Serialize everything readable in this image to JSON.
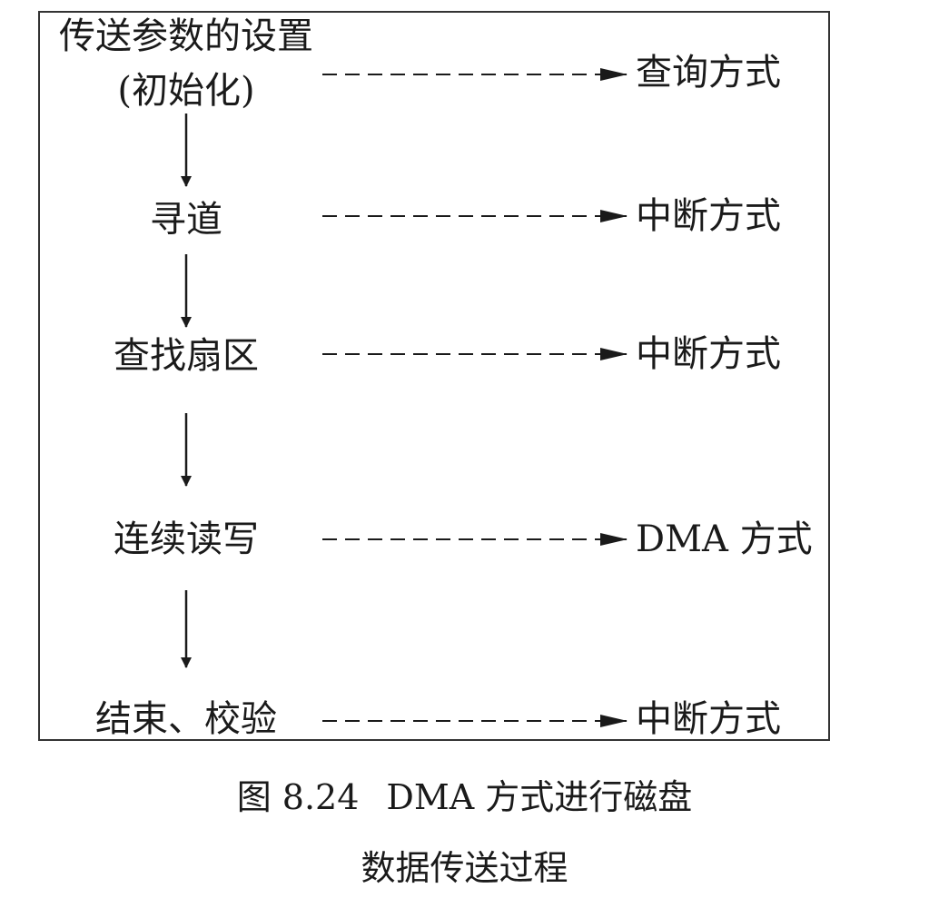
{
  "diagram": {
    "steps": [
      {
        "line1": "传送参数的设置",
        "line2": "(初始化)",
        "mode": "查询方式"
      },
      {
        "line1": "寻道",
        "mode": "中断方式"
      },
      {
        "line1": "查找扇区",
        "mode": "中断方式"
      },
      {
        "line1": "连续读写",
        "mode": "DMA 方式"
      },
      {
        "line1": "结束、校验",
        "mode": "中断方式"
      }
    ]
  },
  "caption": {
    "figure_number": "图 8.24",
    "title_line1": "DMA 方式进行磁盘",
    "title_line2": "数据传送过程"
  }
}
